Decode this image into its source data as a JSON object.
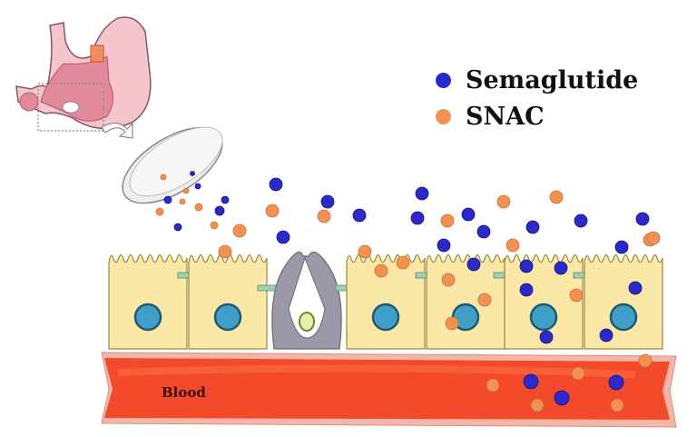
{
  "title": "Oral semaglutide absorption with SNAC across gastric epithelium",
  "legend": {
    "items": [
      {
        "label": "Semaglutide",
        "color": "#2a2acc"
      },
      {
        "label": "SNAC",
        "color": "#f39250"
      }
    ]
  },
  "labels": {
    "blood": "Blood"
  },
  "colors": {
    "stomach": "#f2b9c4",
    "stomach_inner": "#e0788e",
    "cell": "#fbe7a6",
    "cell_border": "#9a8a3a",
    "nucleus": "#3f9fc9",
    "goblet_cell": "#9c98a8",
    "blood_vessel": "#f24a2a",
    "vessel_wall": "#f4b6a8",
    "tight_junction": "#9fd0b0"
  },
  "elements": {
    "stomach": "stomach with tablet",
    "tablet": "tablet",
    "epithelial_cells": 7,
    "goblet_cells": 1
  }
}
